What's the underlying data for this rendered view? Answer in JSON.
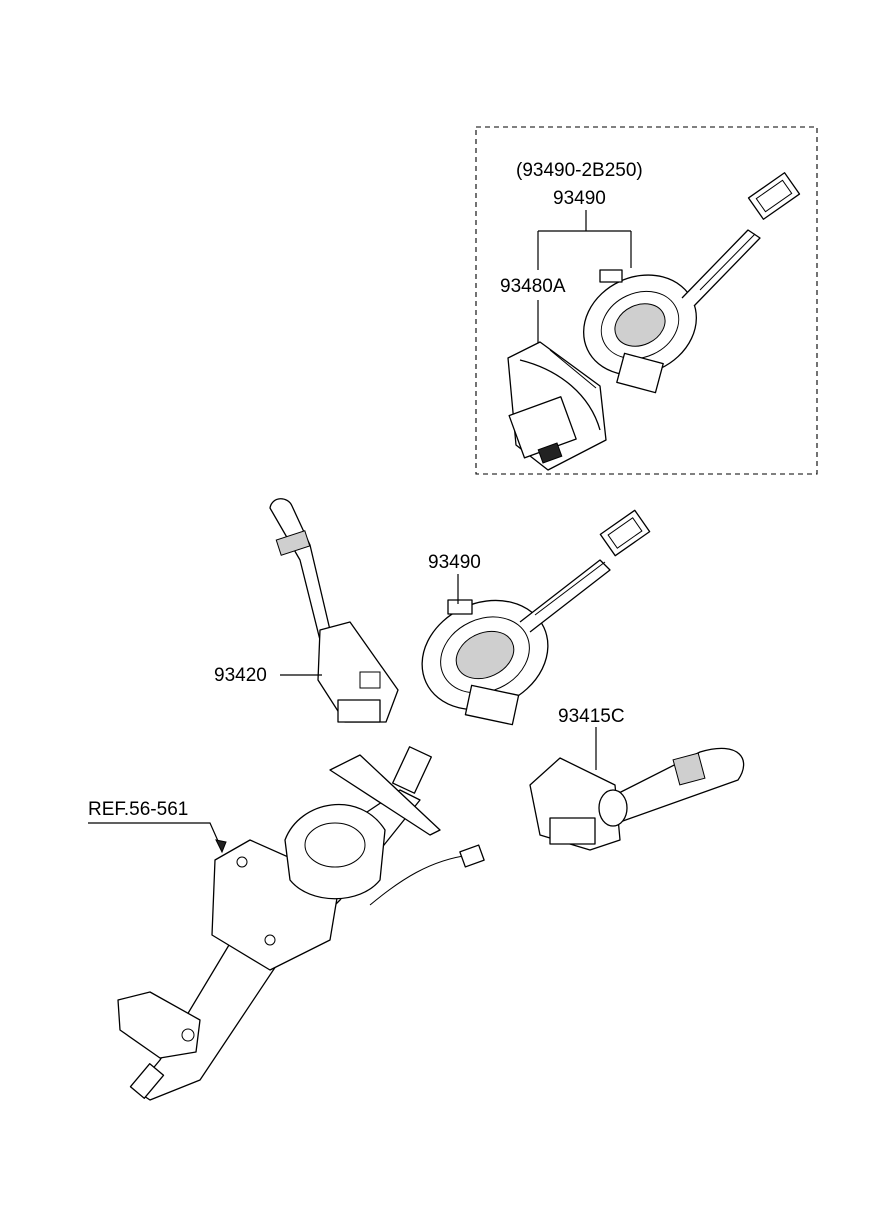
{
  "labels": {
    "assembly_alt": "(93490-2B250)",
    "assembly_main": "93490",
    "sub_part": "93480A",
    "clock_spring": "93490",
    "left_switch": "93420",
    "right_switch": "93415C",
    "column_ref": "REF.56-561"
  }
}
